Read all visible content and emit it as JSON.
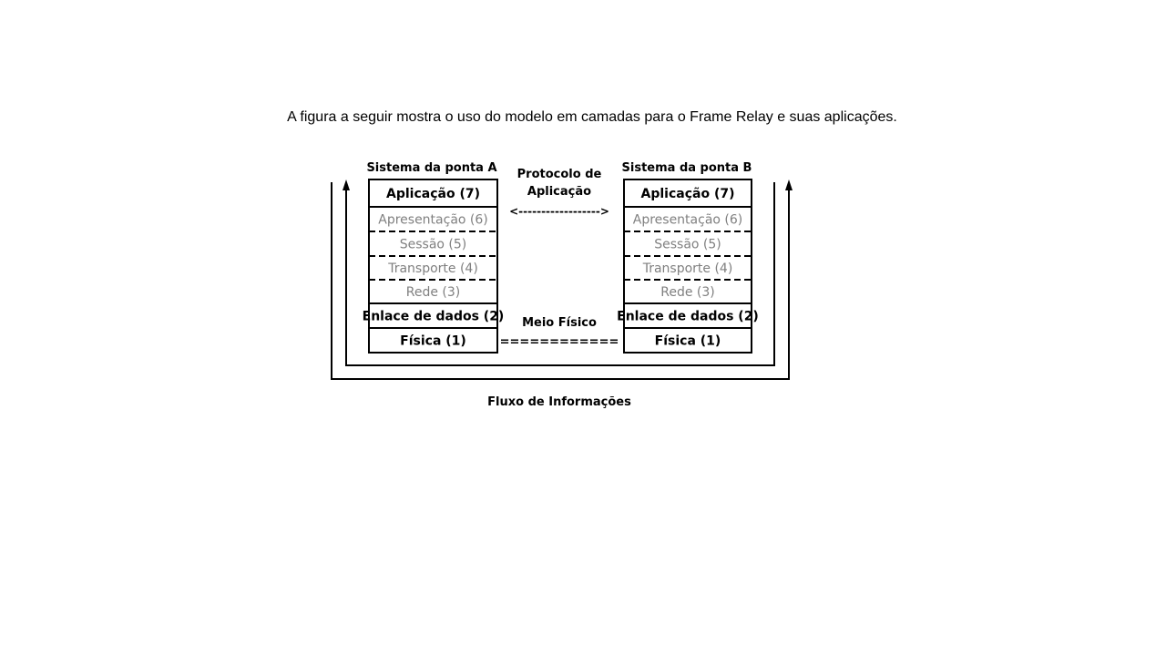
{
  "caption": "A figura a seguir mostra o uso do modelo em camadas para o Frame Relay e suas aplicações.",
  "diagram": {
    "system_a_title": "Sistema da ponta A",
    "system_b_title": "Sistema da ponta B",
    "protocol_label_line1": "Protocolo de",
    "protocol_label_line2": "Aplicação",
    "protocol_arrow": "<------------------>",
    "physical_medium_label": "Meio Físico",
    "physical_medium_line": "============",
    "flow_label": "Fluxo de Informações",
    "layers": [
      {
        "name": "Aplicação (7)",
        "active": true
      },
      {
        "name": "Apresentação (6)",
        "active": false
      },
      {
        "name": "Sessão (5)",
        "active": false
      },
      {
        "name": "Transporte (4)",
        "active": false
      },
      {
        "name": "Rede (3)",
        "active": false
      },
      {
        "name": "Enlace de dados (2)",
        "active": true
      },
      {
        "name": "Física (1)",
        "active": true
      }
    ],
    "colors": {
      "active_text": "#000000",
      "inactive_text": "#808080",
      "line": "#000000"
    }
  }
}
